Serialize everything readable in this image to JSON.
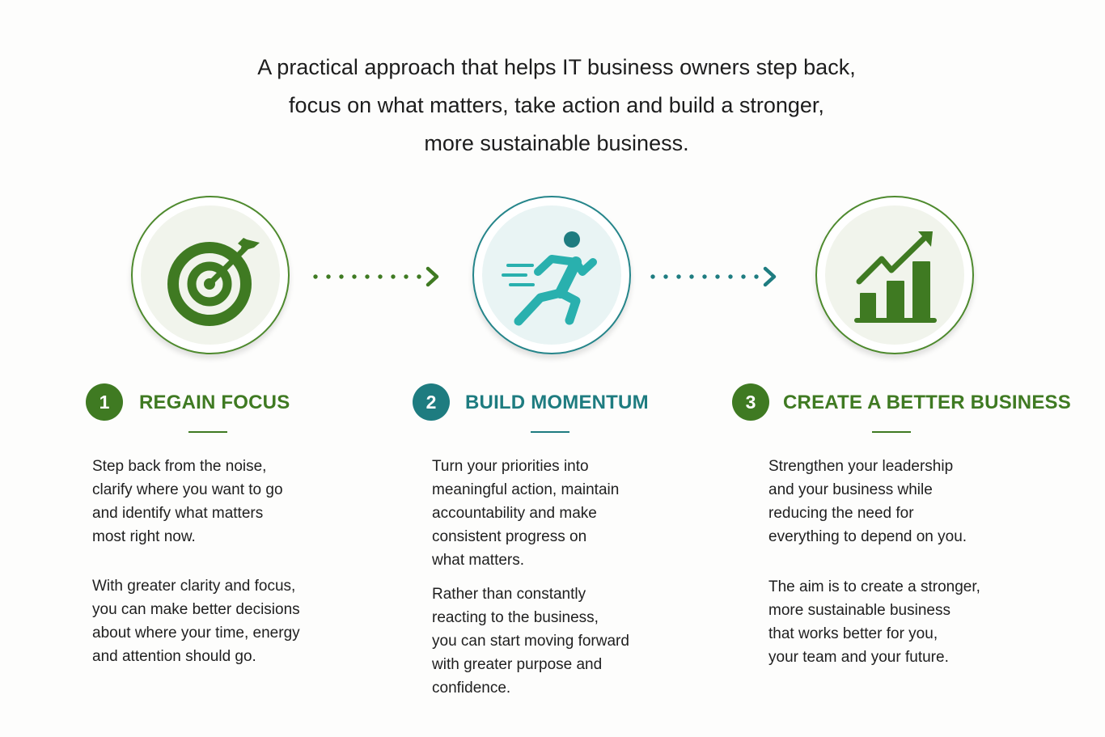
{
  "intro": {
    "line1": "A practical approach that helps IT business owners step back,",
    "line2": "focus on what matters, take action and build a stronger,",
    "line3": "more sustainable business."
  },
  "colors": {
    "green": "#3f7a22",
    "teal": "#1e7c80",
    "background": "#fdfdfc"
  },
  "steps": [
    {
      "number": "1",
      "title": "REGAIN FOCUS",
      "icon": "target-icon",
      "paragraphs": [
        [
          "Step back from the noise,",
          "clarify where you want to go",
          "and identify what matters",
          "most right now."
        ],
        [
          "With greater clarity and focus,",
          "you can make better decisions",
          "about where your time, energy",
          "and attention should go."
        ]
      ]
    },
    {
      "number": "2",
      "title": "BUILD MOMENTUM",
      "icon": "running-person-icon",
      "paragraphs": [
        [
          "Turn your priorities into",
          "meaningful action, maintain",
          "accountability and make",
          "consistent progress on",
          "what matters."
        ],
        [
          "Rather than constantly",
          "reacting to the business,",
          "you can start moving forward",
          "with greater purpose and",
          "confidence."
        ]
      ]
    },
    {
      "number": "3",
      "title": "CREATE A BETTER BUSINESS",
      "icon": "growth-chart-icon",
      "paragraphs": [
        [
          "Strengthen your leadership",
          "and your business while",
          "reducing the need for",
          "everything to depend on you."
        ],
        [
          "The aim is to create a stronger,",
          "more sustainable business",
          "that works better for you,",
          "your team and your future."
        ]
      ]
    }
  ]
}
